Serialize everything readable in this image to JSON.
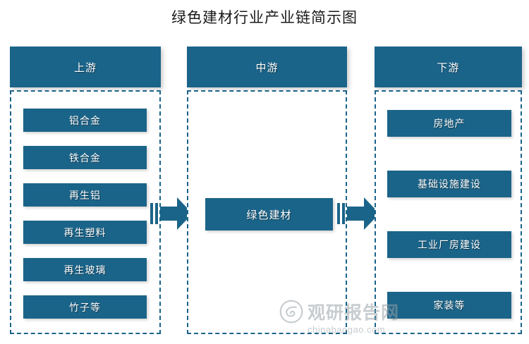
{
  "title": "绿色建材行业产业链简示图",
  "colors": {
    "primary": "#1b6489",
    "title_text": "#1a1a1a",
    "box_text": "#ffffff",
    "background": "#ffffff",
    "watermark": "#9aa3a8"
  },
  "columns": {
    "upstream": {
      "header": "上游",
      "items": [
        {
          "label": "铝合金"
        },
        {
          "label": "铁合金"
        },
        {
          "label": "再生铝"
        },
        {
          "label": "再生塑料"
        },
        {
          "label": "再生玻璃"
        },
        {
          "label": "竹子等"
        }
      ]
    },
    "midstream": {
      "header": "中游",
      "items": [
        {
          "label": "绿色建材"
        }
      ]
    },
    "downstream": {
      "header": "下游",
      "items": [
        {
          "label": "房地产"
        },
        {
          "label": "基础设施建设"
        },
        {
          "label": "工业厂房建设"
        },
        {
          "label": "家装等"
        }
      ]
    }
  },
  "arrows": [
    {
      "name": "upstream-to-midstream",
      "direction": "right"
    },
    {
      "name": "midstream-to-downstream",
      "direction": "right"
    }
  ],
  "watermark": {
    "brand": "观研报告网",
    "site": "chinabaogao.com"
  }
}
